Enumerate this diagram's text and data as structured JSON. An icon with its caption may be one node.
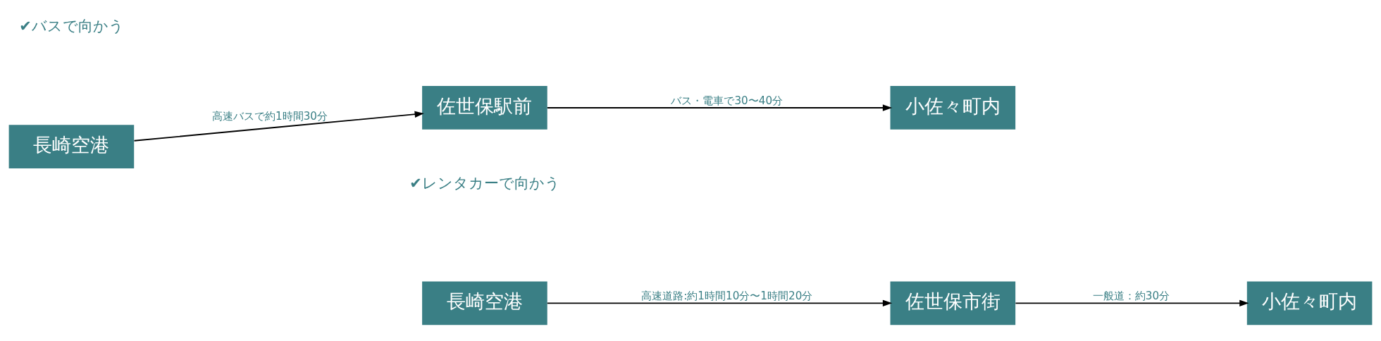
{
  "diagram": {
    "nodes": [
      {
        "text": [
          "長崎空港"
        ]
      },
      {
        "text": [
          "佐世保駅前"
        ]
      },
      {
        "text": [
          "小佐々町内"
        ]
      },
      {
        "text": [
          "長崎空港"
        ]
      },
      {
        "text": [
          "佐世保市街"
        ]
      },
      {
        "text": [
          "小佐々町内"
        ]
      }
    ],
    "edges": [
      {
        "from": 0,
        "to": 1,
        "arrow": "to",
        "label": "高速バスで約1時間30分"
      },
      {
        "from": 1,
        "to": 2,
        "arrow": "to",
        "label": "バス・電車で30〜40分"
      },
      {
        "from": 3,
        "to": 4,
        "arrow": "to",
        "label": "高速道路:約1時間10分〜1時間20分"
      },
      {
        "from": 4,
        "to": 5,
        "arrow": "to",
        "label": "一般道：約30分"
      }
    ],
    "labels": [
      "✔バスで向かう",
      "✔レンタカーで向かう"
    ]
  }
}
